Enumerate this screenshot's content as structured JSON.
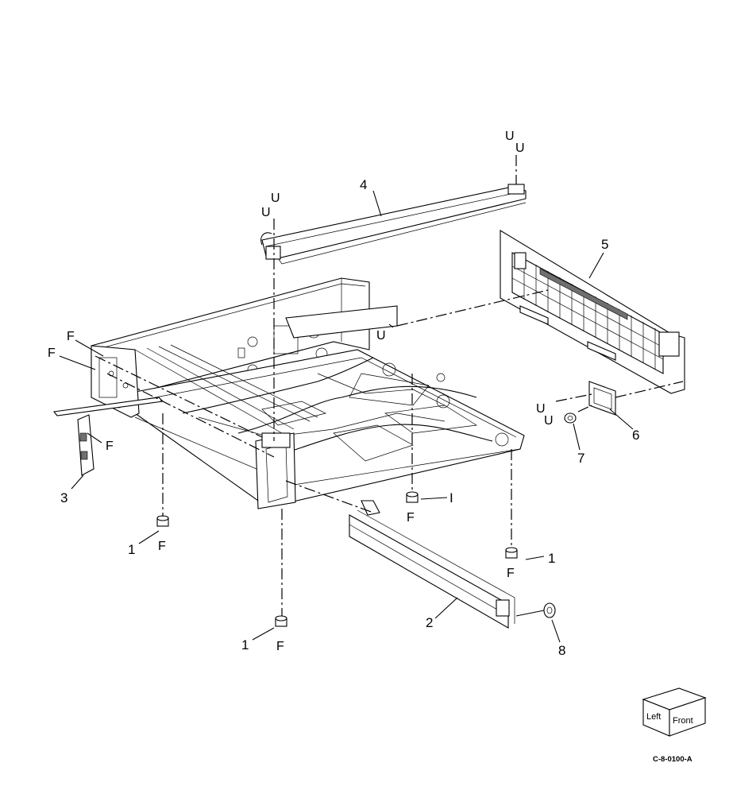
{
  "callouts": {
    "c1a": "1",
    "c1b": "1",
    "c1c": "1",
    "c2": "2",
    "c3": "3",
    "c4": "4",
    "c5": "5",
    "c6": "6",
    "c7": "7",
    "c8": "8",
    "c_i": "I"
  },
  "fastener_letters": {
    "u1": "U",
    "u2": "U",
    "u3": "U",
    "u4": "U",
    "u5": "U",
    "u6": "U",
    "u7": "U",
    "f1": "F",
    "f2": "F",
    "f3": "F",
    "f4": "F",
    "f5": "F",
    "f6": "F",
    "f7": "F"
  },
  "orientation_cube": {
    "left_face": "Left",
    "front_face": "Front"
  },
  "figure_id": "C-8-0100-A"
}
